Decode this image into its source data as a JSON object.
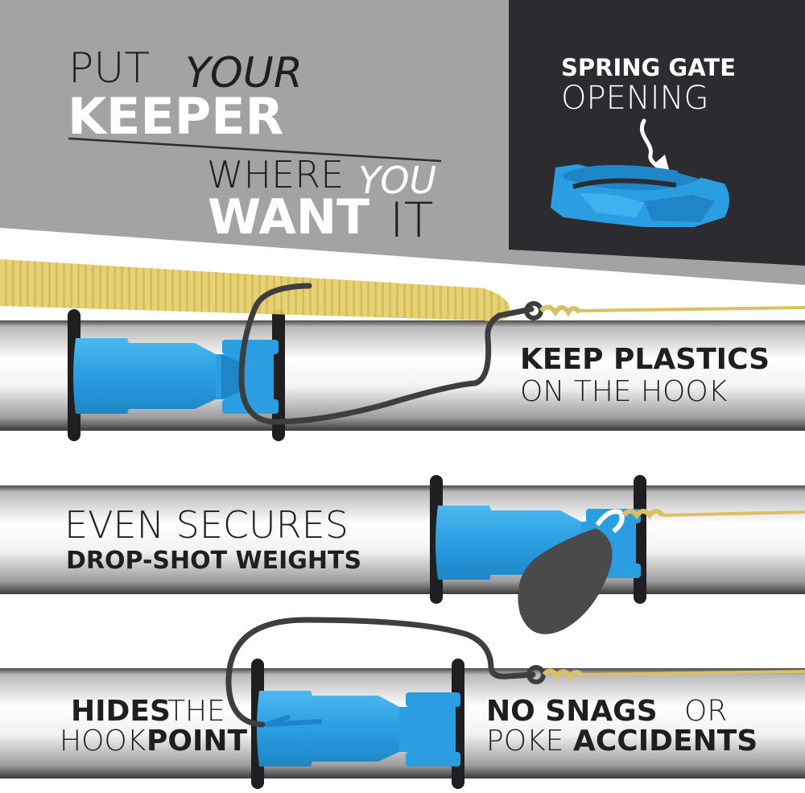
{
  "headline": {
    "line1_a": "PUT",
    "line1_b": "YOUR",
    "line2": "KEEPER",
    "line3_a": "WHERE",
    "line3_b": "YOU",
    "line4_a": "WANT",
    "line4_b": "IT"
  },
  "callout": {
    "line1": "SPRING GATE",
    "line2": "OPENING"
  },
  "feature1": {
    "line1": "KEEP PLASTICS",
    "line2": "ON THE HOOK"
  },
  "feature2": {
    "line1": "EVEN SECURES",
    "line2": "DROP-SHOT WEIGHTS"
  },
  "feature3": {
    "line1_a": "HIDES",
    "line1_b": "THE",
    "line2_a": "HOOK",
    "line2_b": "POINT"
  },
  "feature4": {
    "line1_a": "NO SNAGS",
    "line1_b": "OR",
    "line2_a": "POKE",
    "line2_b": "ACCIDENTS"
  },
  "colors": {
    "keeper_blue": "#2a9ee0",
    "dark_panel": "#2b2b30",
    "gray_band": "#a3a3a3",
    "soft_plastic": "#e6cf6e",
    "line": "#d9c062",
    "hook": "#3e3e40"
  },
  "icons": {
    "callout_arrow": "curved-arrow-icon",
    "keeper": "hook-keeper-icon",
    "weight": "drop-shot-weight-icon"
  }
}
